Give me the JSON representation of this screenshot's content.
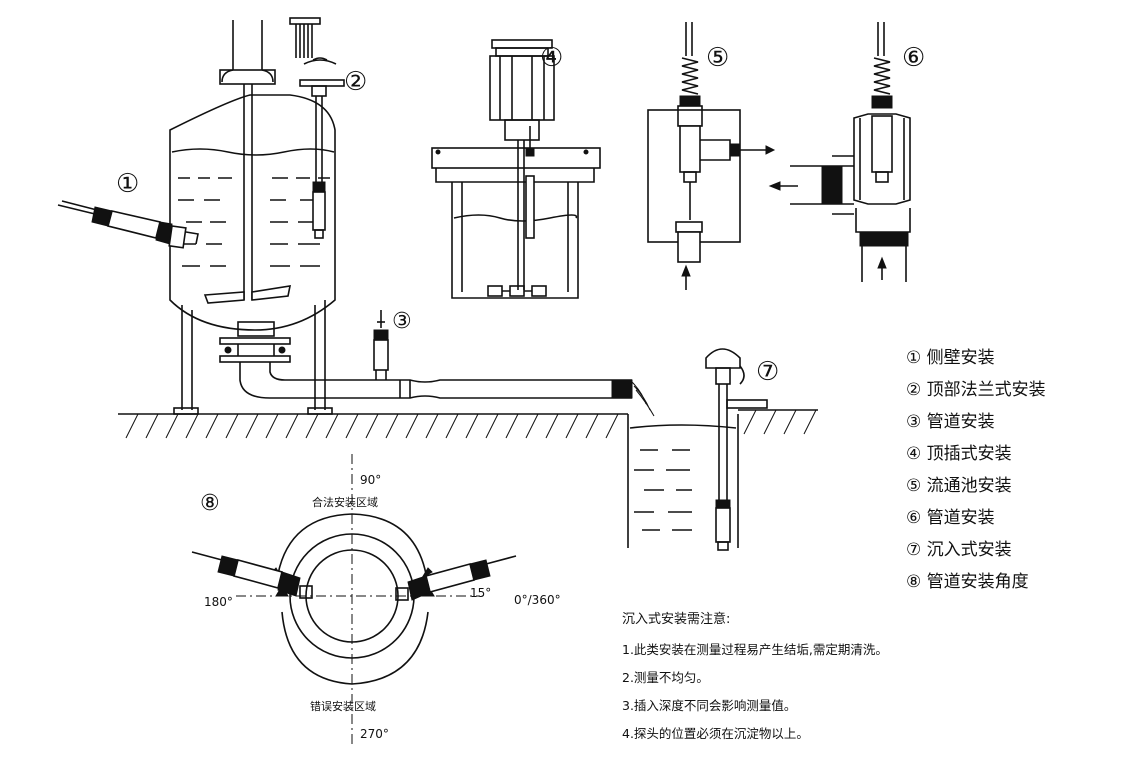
{
  "markers": {
    "m1": "①",
    "m2": "②",
    "m3": "③",
    "m4": "④",
    "m5": "⑤",
    "m6": "⑥",
    "m7": "⑦",
    "m8": "⑧"
  },
  "legend": {
    "items": [
      {
        "label": "① 侧壁安装"
      },
      {
        "label": "② 顶部法兰式安装"
      },
      {
        "label": "③ 管道安装"
      },
      {
        "label": "④ 顶插式安装"
      },
      {
        "label": "⑤ 流通池安装"
      },
      {
        "label": "⑥ 管道安装"
      },
      {
        "label": "⑦ 沉入式安装"
      },
      {
        "label": "⑧ 管道安装角度"
      }
    ]
  },
  "angle_diagram": {
    "deg_90": "90°",
    "deg_180": "180°",
    "deg_15": "15°",
    "deg_0_360": "0°/360°",
    "deg_270": "270°",
    "legal_zone": "合法安装区域",
    "wrong_zone": "错误安装区域"
  },
  "notes": {
    "title": "沉入式安装需注意:",
    "lines": [
      "1.此类安装在测量过程易产生结垢,需定期清洗。",
      "2.测量不均匀。",
      "3.插入深度不同会影响测量值。",
      "4.探头的位置必须在沉淀物以上。"
    ]
  }
}
